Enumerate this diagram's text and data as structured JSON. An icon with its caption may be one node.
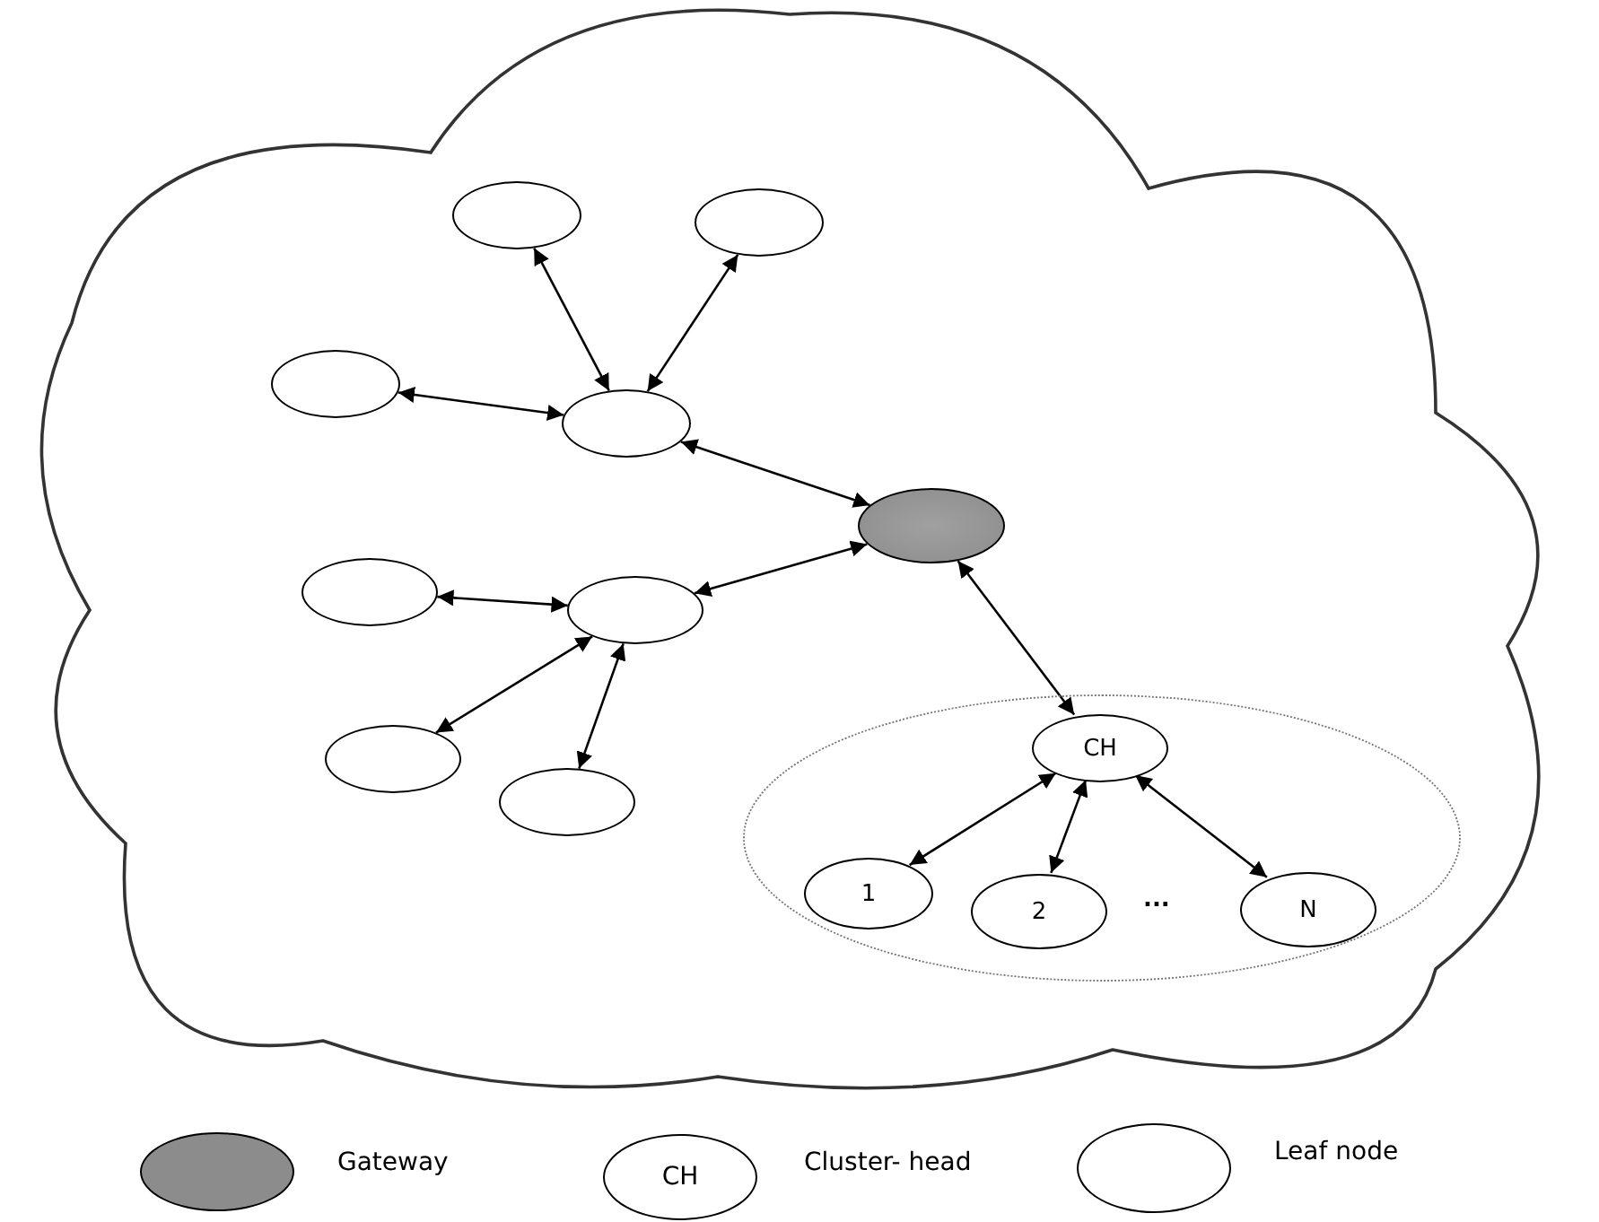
{
  "diagram": {
    "nodes": [
      {
        "text": [],
        "shape": "cloud"
      },
      {
        "text": [],
        "shape": "circle",
        "in": 0
      },
      {
        "text": [],
        "shape": "circle",
        "in": 0
      },
      {
        "text": [],
        "shape": "circle",
        "in": 0
      },
      {
        "text": [],
        "shape": "circle",
        "in": 0
      },
      {
        "text": [],
        "shape": "circle",
        "in": 0
      },
      {
        "text": [],
        "shape": "circle",
        "in": 0
      },
      {
        "text": [],
        "shape": "circle",
        "in": 0
      },
      {
        "text": [],
        "shape": "circle",
        "in": 0
      },
      {
        "text": [],
        "shape": "circle",
        "in": 0
      },
      {
        "text": [],
        "shape": "circle",
        "in": 0
      },
      {
        "text": [
          "CH"
        ],
        "in": 10
      },
      {
        "text": [
          "1"
        ],
        "in": 10
      },
      {
        "text": [
          "2"
        ],
        "in": 10
      },
      {
        "text": [
          "N"
        ],
        "in": 10
      }
    ],
    "edges": [
      {
        "from": 1,
        "to": 4,
        "arrow": "both"
      },
      {
        "from": 2,
        "to": 4,
        "arrow": "both"
      },
      {
        "from": 3,
        "to": 4,
        "arrow": "both"
      },
      {
        "from": 4,
        "to": 5,
        "arrow": "both"
      },
      {
        "from": 5,
        "to": 7,
        "arrow": "both"
      },
      {
        "from": 6,
        "to": 7,
        "arrow": "both"
      },
      {
        "from": 7,
        "to": 8,
        "arrow": "both"
      },
      {
        "from": 7,
        "to": 9,
        "arrow": "both"
      },
      {
        "from": 5,
        "to": 11,
        "arrow": "both"
      },
      {
        "from": 11,
        "to": 12,
        "arrow": "both"
      },
      {
        "from": 11,
        "to": 13,
        "arrow": "both"
      },
      {
        "from": 11,
        "to": 14,
        "arrow": "both"
      }
    ],
    "labels": [
      "...",
      "CH"
    ],
    "legend": [
      {
        "text": "Gateway",
        "color": "#8c8c8c"
      },
      {
        "text": "Cluster- head",
        "color": "#ffffff"
      },
      {
        "text": "Leaf node",
        "color": "#ffffff"
      }
    ]
  }
}
